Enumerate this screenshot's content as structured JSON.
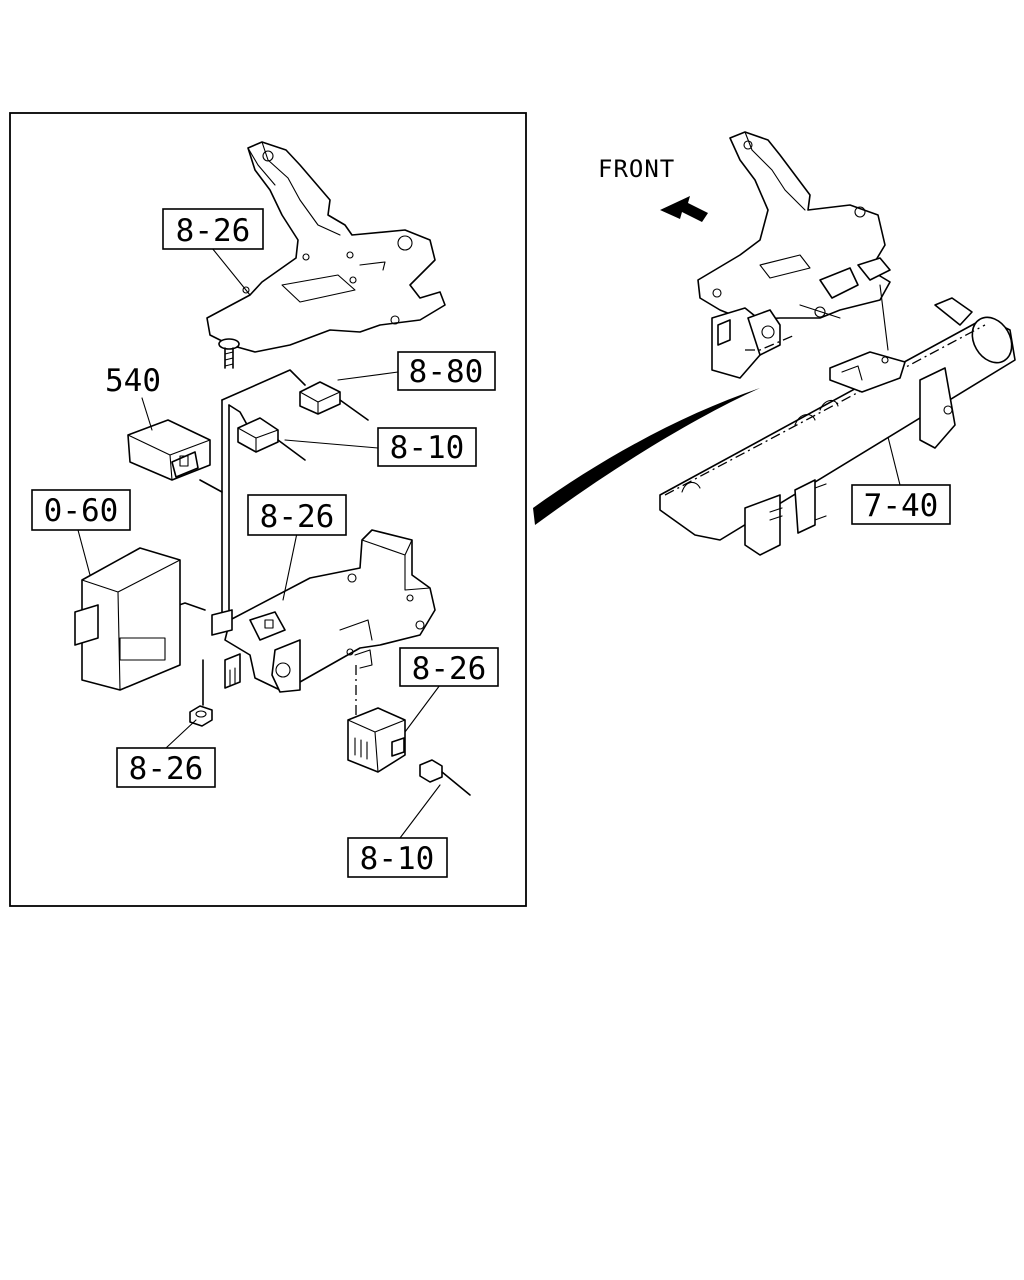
{
  "diagram": {
    "direction_label": "FRONT",
    "callouts": {
      "top_bracket": "8-26",
      "relay_top_connector": "8-80",
      "relay_mid_connector": "8-10",
      "relay_540": "540",
      "control_unit": "0-60",
      "mid_bracket": "8-26",
      "lower_relay": "8-26",
      "nut": "8-26",
      "lower_connector": "8-10",
      "crossmember": "7-40"
    }
  }
}
